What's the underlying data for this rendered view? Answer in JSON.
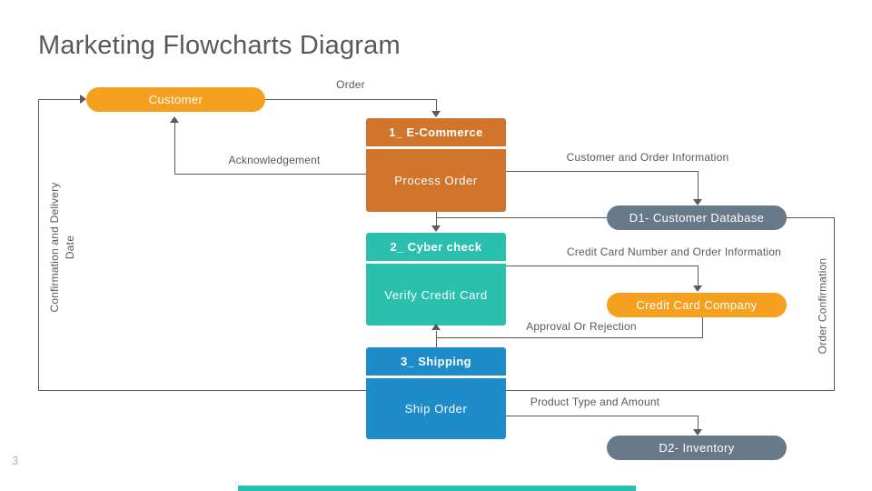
{
  "slide": {
    "title": "Marketing Flowcharts Diagram",
    "page_number": "3"
  },
  "nodes": {
    "customer": "Customer",
    "ecommerce_header": "1_ E-Commerce",
    "ecommerce_body": "Process Order",
    "cyber_header": "2_ Cyber check",
    "cyber_body": "Verify Credit Card",
    "shipping_header": "3_ Shipping",
    "shipping_body": "Ship Order",
    "d1": "D1- Customer Database",
    "credit_card_company": "Credit Card Company",
    "d2": "D2- Inventory"
  },
  "edge_labels": {
    "order": "Order",
    "acknowledgement": "Acknowledgement",
    "customer_order_info": "Customer and Order Information",
    "cc_number_order_info": "Credit Card Number and Order Information",
    "approval_or_rejection": "Approval Or Rejection",
    "product_type_amount": "Product Type and Amount",
    "confirmation_delivery_date": "Confirmation and Delivery Date",
    "order_confirmation": "Order Confirmation"
  },
  "colors": {
    "orange": "#F5A01F",
    "dark_orange": "#D0752B",
    "teal": "#2BBFAD",
    "blue": "#1E8CC8",
    "slate": "#68798A",
    "line": "#5A5A5A",
    "text": "#595959",
    "accent_bar": "#2CBFAD"
  }
}
